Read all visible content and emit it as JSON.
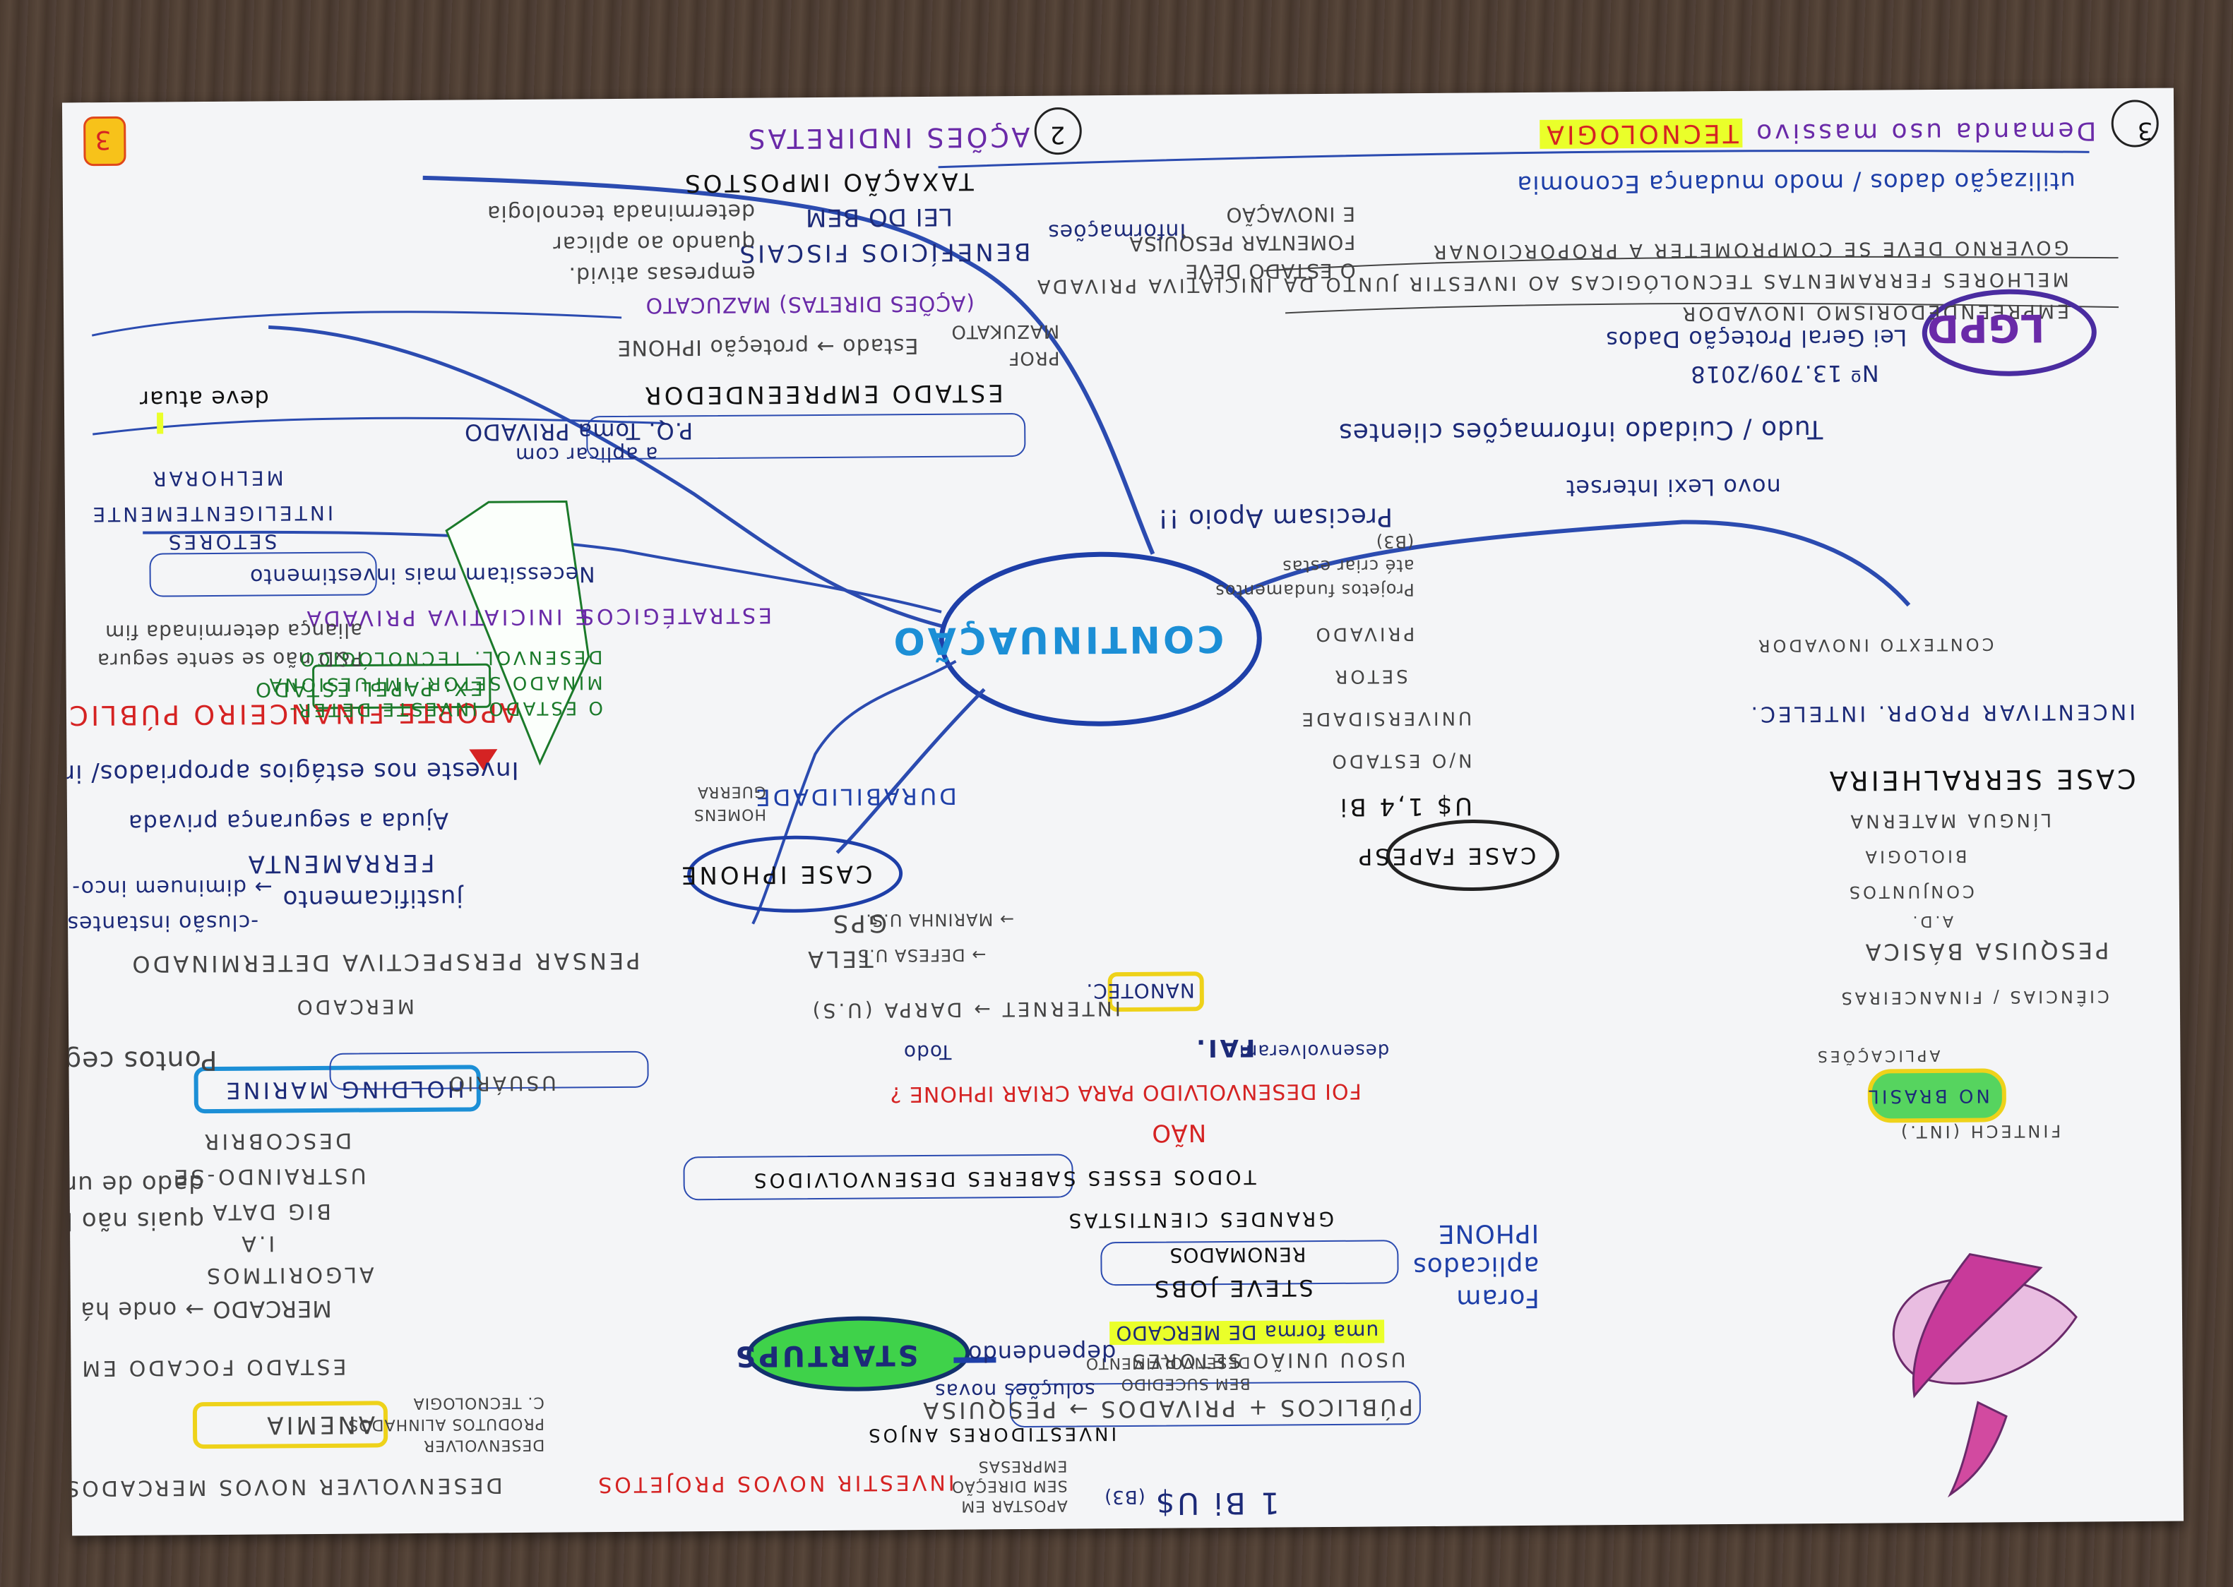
{
  "page_number": "3",
  "colors": {
    "ink_blue": "#1e3fa8",
    "ink_navy": "#1c2a78",
    "ink_red": "#d52323",
    "ink_purple": "#6a2aa8",
    "ink_green": "#1b7a2a",
    "ink_gray": "#444444",
    "highlight_yellow": "#eaff2a",
    "highlight_green": "#3fd24a",
    "frame_blue": "#1c8fd6"
  },
  "center": {
    "label": "CONTINUAÇÃO"
  },
  "sections": {
    "s3": {
      "number": "3",
      "title_pre": "Demanda uso massivo",
      "title_hl": "TECNOLOGIA",
      "lines": [
        "utilização dados / modo mudança Economia",
        "Informações",
        "GOVERNO DEVE SE COMPROMETER A PROPORCIONAR",
        "MELHORES FERRAMENTAS TECNOLÓGICAS AO INVESTIR JUNTO DA INICIATIVA PRIVADA",
        "EMPREENDEDORISMO INOVADOR"
      ],
      "lgpd": {
        "label": "LGPD",
        "law": "Lei Geral Proteção Dados",
        "number": "Nº 13.709/2018"
      },
      "tudo": "Tudo / Cuidado informações clientes",
      "novo": "novo Lexi Interset",
      "estado_deve": [
        "O ESTADO DEVE",
        "FOMENTAR PESQUISA",
        "E INOVAÇÃO"
      ]
    },
    "s2": {
      "number": "2",
      "title": "AÇÕES INDIRETAS",
      "taxacao": "TAXAÇÃO IMPOSTOS",
      "lei_bem": "LEI DO BEM",
      "beneficios": "BENEFÍCIOS FISCAIS",
      "empresas": [
        "empresas ativid.",
        "quando ao aplicar",
        "determinada tecnologia"
      ],
      "acoes_diretas": "(AÇÕES DIRETAS) MAZUCATO",
      "estado_iphone": "Estado → proteção IPHONE",
      "prof": [
        "PROF",
        "MAZUKATO"
      ],
      "empreendedor": "ESTADO EMPREENDEDOR",
      "deve_atuar": "deve atuar",
      "pq": "P.Q. Toma PRIVADO",
      "aplicar": "a aplicar com",
      "melhorar": "MELHORAR",
      "inteligentemente": "INTELIGENTEMENTE",
      "setores": "SETORES",
      "necessitam": "Necessitam mais investimento",
      "estrategicos": "ESTRATÉGICOS",
      "e_iniciativa": "E INICIATIVA PRIVADA"
    },
    "left": {
      "pd": [
        "P&D não se sente segura",
        "aliança determinada fim"
      ],
      "aporte": "APORTE FINANCEIRO PÚBLICO",
      "investe": "Investe nos estágios apropriados/ inclusão",
      "ajuda": "Ajuda a segurança privada",
      "ferramenta": "FERRAMENTA",
      "justificamento": "justificamento",
      "diminuem": "→ diminuem inco-",
      "diminuem2": "-clusão instantes.",
      "pensar": "PENSAR PERSPECTIVA DETERMINADO",
      "mercado": "MERCADO",
      "holding": "HOLDING MARINE",
      "usuario": "USUÁRIO",
      "pontos_cegos": "Pontos cegos",
      "descobrir": "DESCOBRIR",
      "ustraindo": "USTRAINDO-SE",
      "big_data": "BIG DATA",
      "ia": "I.A",
      "algoritmos": "ALGORITMOS",
      "pais": [
        "quais não há êxito",
        "dado de uma area"
      ],
      "mercado2": "MERCADO → onde há populari.",
      "anemia": "ANEMIA",
      "estado_focado": "ESTADO FOCADO EM",
      "desenvolver": "DESENVOLVER NOVOS MERCADOS ?",
      "uso_publico": [
        "DESENVOLVER",
        "PRODUTOS ALINHADOS",
        "C. TECNOLOGIA"
      ],
      "estado_investe": [
        "O ESTADO INVESTE DETER-",
        "MINADO SETOR. IMPULSIONA",
        "DESENVOL. TECNOLÓGICO"
      ],
      "ex_papel": "EX: PAPEL ESTADO"
    },
    "iphone": {
      "title": "CASE IPHONE",
      "durabilidade": "DURABILIDADE",
      "homens": [
        "HOMENS",
        "GUERRA"
      ],
      "gps": "GPS",
      "marinha": "→ MARINHA U.S.",
      "tela": "TELA",
      "defesa": "→ DEFESA U.S",
      "internet": "INTERNET → DARPA (U.S)",
      "todo": "Todo",
      "nanotec": "NANOTEC.",
      "fai": "FAI.",
      "desenvolveram": "desenvolveram",
      "foi_desenvolvido": "FOI DESENVOLVIDO PARA CRIAR IPHONE ?",
      "nao": "NÃO",
      "todos": "TODOS ESSES SABERES DESENVOLVIDOS",
      "grandes": "GRANDES CIENTISTAS",
      "renomados": "RENOMADOS",
      "steve": "STEVE JOBS",
      "foram": [
        "Foram",
        "aplicados",
        "IPHONE"
      ],
      "mercado": "uma forma DE MERCADO",
      "usou": "USOU UNIÃO SETORES",
      "publicos": "PÚBLICOS + PRIVADOS → PESQUISA",
      "bem_sucedido": [
        "BEM SUCEDIDO",
        "DESENVOLVIMENTO"
      ]
    },
    "fapesp": {
      "title": "CASE FAPESP",
      "us": "U$ 1,4 Bi",
      "sao_estado": "N/O ESTADO",
      "universidade": "UNIVERSIDADE",
      "setor": "SETOR",
      "privado": "PRIVADO",
      "fundamentos": [
        "Projetos fundamentos",
        "até criar estas",
        "(B3)"
      ],
      "precisam": "Precisam Apoio !!"
    },
    "startup": {
      "label": "STARTUPS",
      "investe": "INVESTIR NOVOS PROJETOS",
      "investidores": "INVESTIDORES ANJOS",
      "apostar": [
        "APOSTAR EM",
        "SEM DIREÇÃO",
        "EMPRESAS"
      ],
      "dependendo": "dependendo",
      "solucoes": "soluções novas",
      "bi": "1 Bi U$",
      "b3": "(B3)"
    },
    "serralheira": {
      "title": "CASE SERRALHEIRA",
      "incentivar": "INCENTIVAR PROPR. INTELEC.",
      "contexto": "CONTEXTO INOVADOR",
      "pesquisa": "PESQUISA BÁSICA",
      "ciencias": "CIÊNCIAS / FINANCEIRAS",
      "no_brasil": "NO BRASIL",
      "fintech": "FINTECH (INT.)",
      "aplicacoes": "APLICAÇÕES",
      "lingua": "LÍNGUA MATERNA",
      "biologia": "BIOLOGIA",
      "conjunto": "CONJUNTOS",
      "ad": "A.D."
    }
  }
}
